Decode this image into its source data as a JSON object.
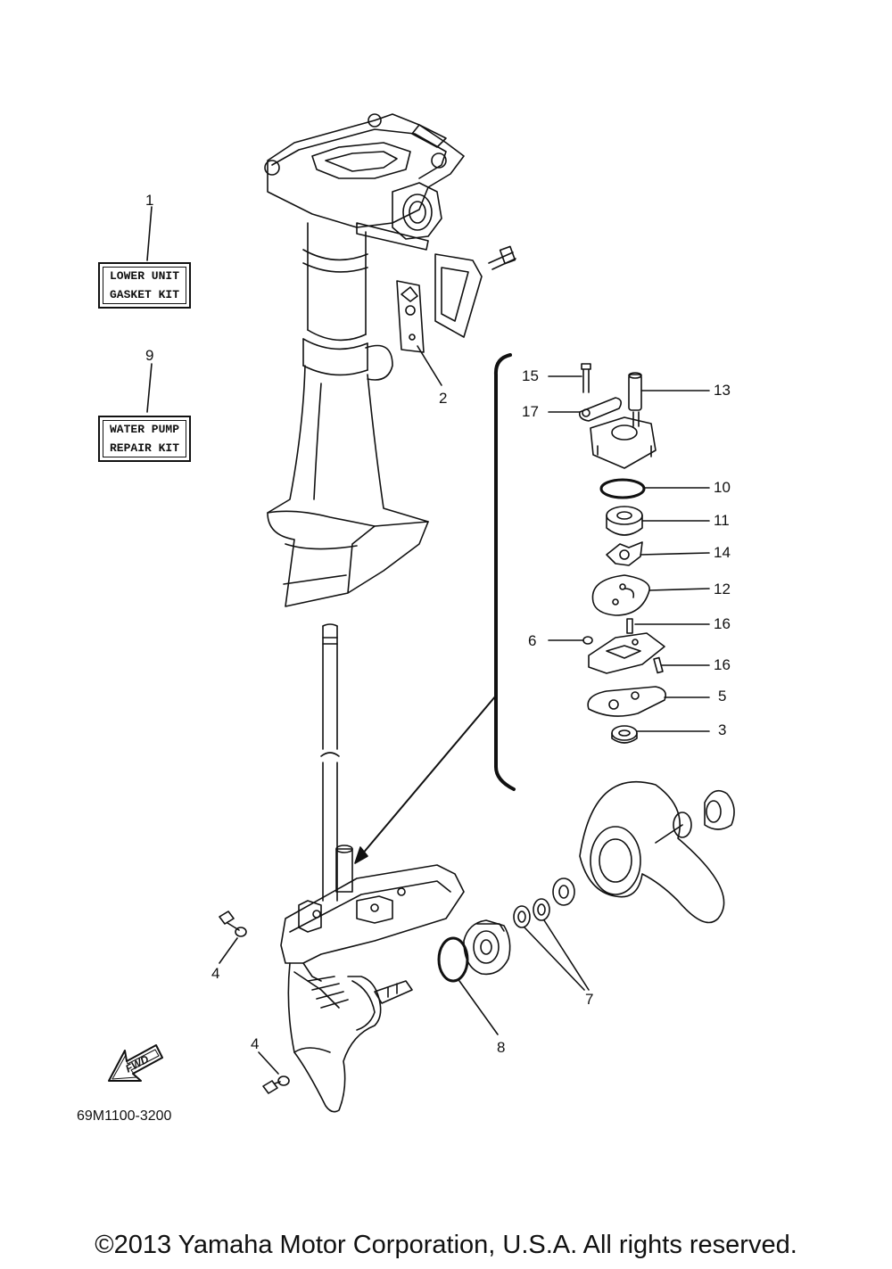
{
  "kits": {
    "lower_unit": {
      "number": "1",
      "line1": "LOWER UNIT",
      "line2": "GASKET KIT"
    },
    "water_pump": {
      "number": "9",
      "line1": "WATER PUMP",
      "line2": "REPAIR KIT"
    }
  },
  "callouts": {
    "p2": "2",
    "p3": "3",
    "p4a": "4",
    "p4b": "4",
    "p5": "5",
    "p6": "6",
    "p7": "7",
    "p8": "8",
    "p10": "10",
    "p11": "11",
    "p12": "12",
    "p13": "13",
    "p14": "14",
    "p15": "15",
    "p16a": "16",
    "p16b": "16",
    "p17": "17"
  },
  "fwd_label": "FWD",
  "diagram_code": "69M1100-3200",
  "copyright": "©2013 Yamaha Motor Corporation, U.S.A. All rights reserved."
}
